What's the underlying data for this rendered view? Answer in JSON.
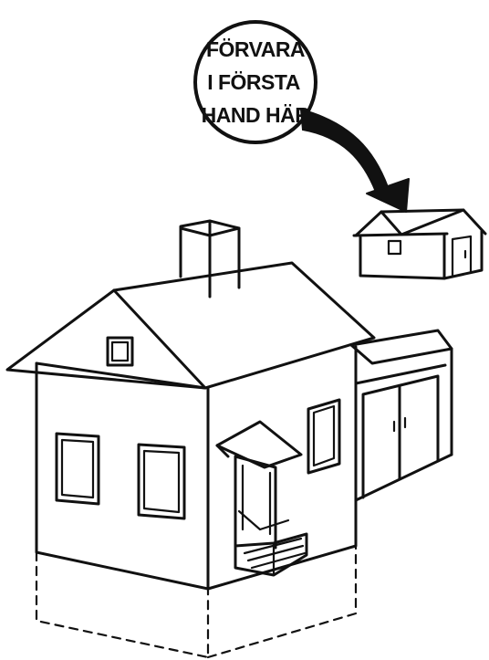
{
  "callout": {
    "lines": [
      "FÖRVARA",
      "I FÖRSTA",
      "HAND HÄR"
    ]
  },
  "colors": {
    "ink": "#111111",
    "background": "#ffffff"
  }
}
